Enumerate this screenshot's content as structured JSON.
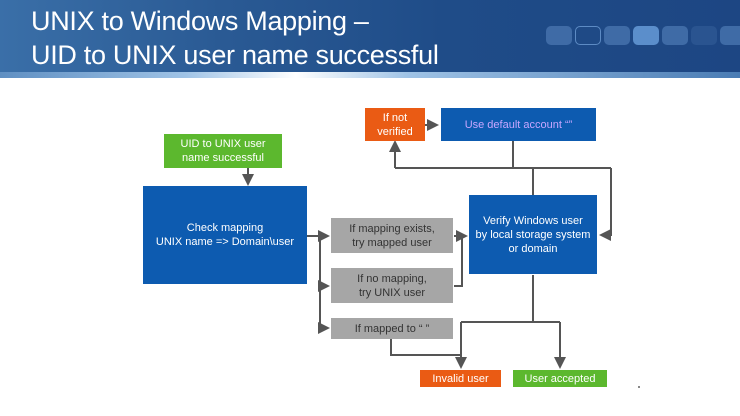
{
  "header": {
    "title_line1": "UNIX to Windows Mapping –",
    "title_line2": "UID to UNIX user name successful",
    "progress_squares": 7,
    "active_square": 4
  },
  "diagram": {
    "start": "UID to UNIX user name successful",
    "check_mapping_line1": "Check mapping",
    "check_mapping_line2": "UNIX name => Domain\\user",
    "branch_mapped_line1": "If mapping exists,",
    "branch_mapped_line2": "try mapped user",
    "branch_nomap_line1": "If no mapping,",
    "branch_nomap_line2": "try UNIX user",
    "branch_empty": "If mapped to “ ”",
    "verify_line1": "Verify Windows user",
    "verify_line2": "by local storage system",
    "verify_line3": "or domain",
    "not_verified_line1": "If not",
    "not_verified_line2": "verified",
    "default_account": "Use default account  “”",
    "invalid_user": "Invalid user",
    "user_accepted": "User accepted"
  },
  "colors": {
    "green": "#5cb82e",
    "blue": "#0d5bb0",
    "orange": "#ea5b14",
    "gray": "#a6a6a6",
    "connector": "#555555"
  }
}
